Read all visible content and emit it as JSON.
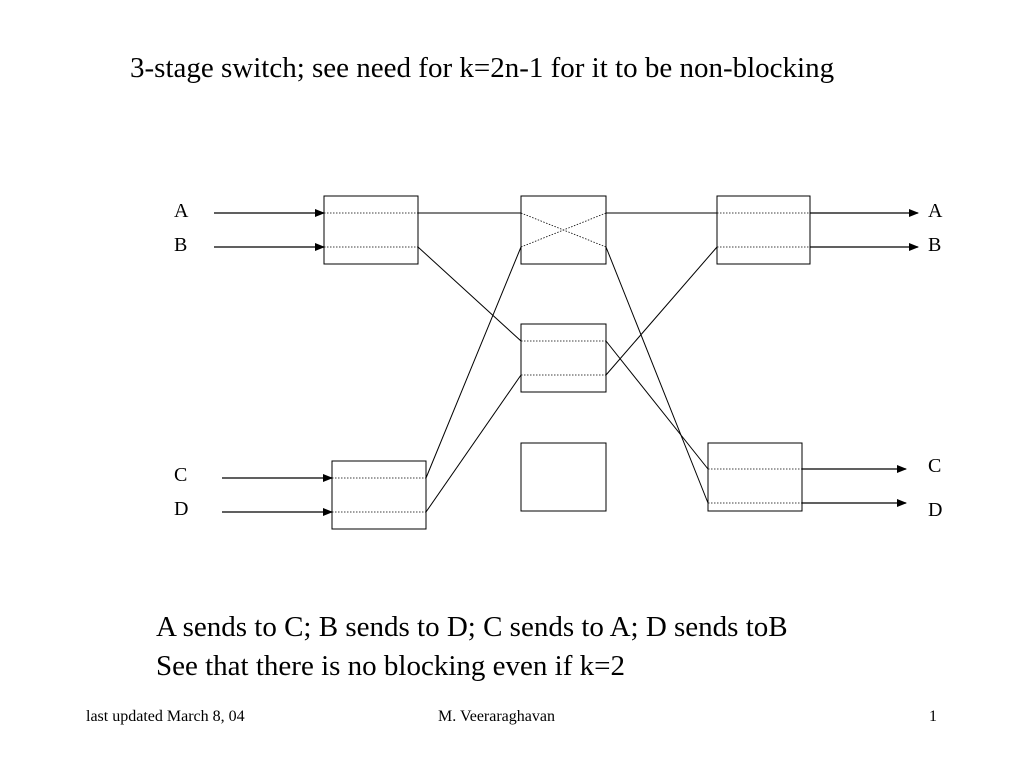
{
  "slide": {
    "title": "3-stage switch; see need for k=2n-1 for it to be non-blocking",
    "caption_lines": [
      "A sends to C; B sends to D; C sends to A; D sends toB",
      "See that there is no blocking even if k=2"
    ]
  },
  "diagram": {
    "input_labels": [
      "A",
      "B",
      "C",
      "D"
    ],
    "output_labels": [
      "A",
      "B",
      "C",
      "D"
    ]
  },
  "footer": {
    "left": "last updated March 8, 04",
    "center": "M. Veeraraghavan",
    "right": "1"
  }
}
